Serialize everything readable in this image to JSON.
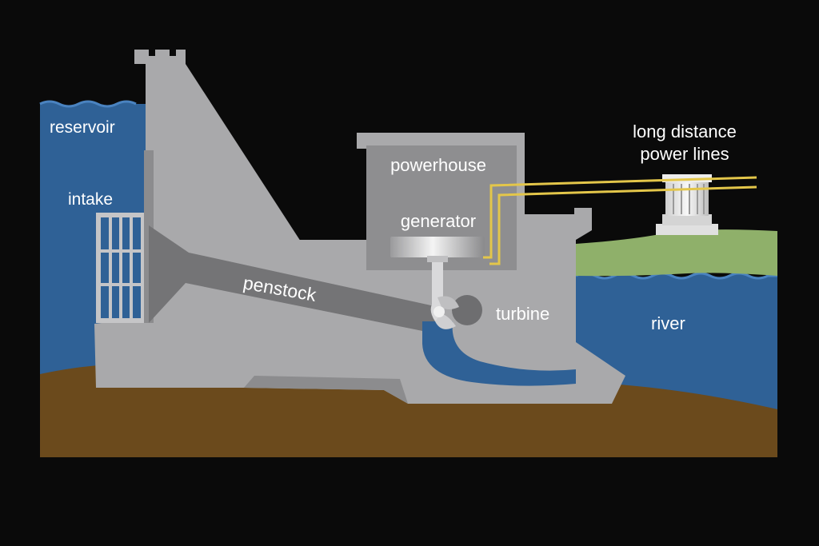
{
  "labels": {
    "reservoir": "reservoir",
    "intake": "intake",
    "penstock": "penstock",
    "powerhouse": "powerhouse",
    "generator": "generator",
    "turbine": "turbine",
    "river": "river",
    "power_lines_line1": "long distance",
    "power_lines_line2": "power lines"
  },
  "colors": {
    "background": "#0a0a0a",
    "water": "#2f6196",
    "water_surface": "#3f77b4",
    "ground": "#6b4a1c",
    "grass": "#8fb06a",
    "concrete": "#a9a9ab",
    "concrete_dark": "#7c7c7e",
    "powerhouse_box": "#8e8e90",
    "penstock": "#747476",
    "power_line": "#e3c64a",
    "label_text": "#ffffff"
  }
}
